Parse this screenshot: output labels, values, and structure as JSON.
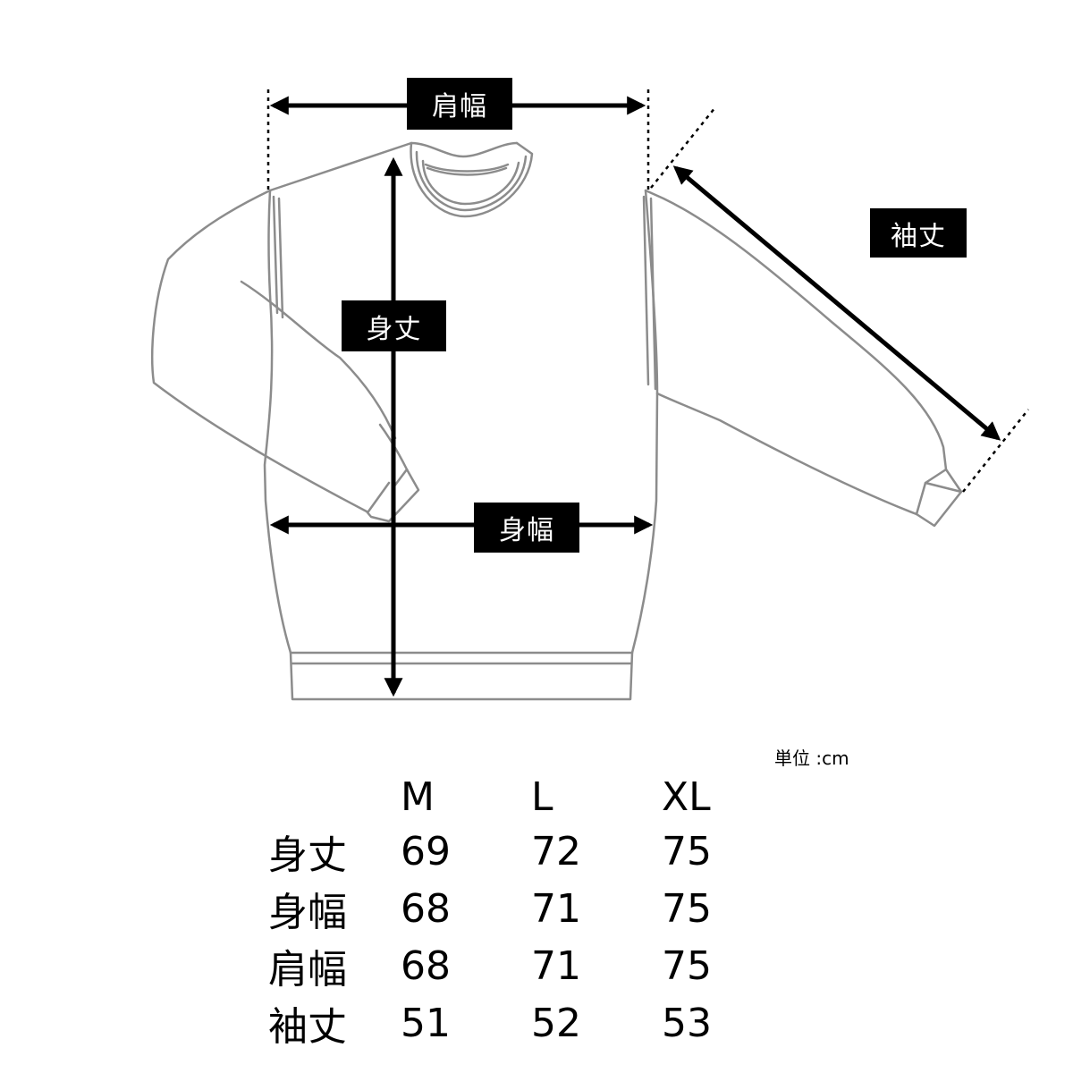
{
  "labels": {
    "shoulder_width": "肩幅",
    "sleeve_length": "袖丈",
    "body_length": "身丈",
    "body_width": "身幅"
  },
  "unit_label": "単位 :cm",
  "table": {
    "columns": [
      "M",
      "L",
      "XL"
    ],
    "rows": [
      {
        "label": "身丈",
        "values": [
          "69",
          "72",
          "75"
        ]
      },
      {
        "label": "身幅",
        "values": [
          "68",
          "71",
          "75"
        ]
      },
      {
        "label": "肩幅",
        "values": [
          "68",
          "71",
          "75"
        ]
      },
      {
        "label": "袖丈",
        "values": [
          "51",
          "52",
          "53"
        ]
      }
    ]
  },
  "colors": {
    "garment_outline": "#8c8c8c",
    "arrow": "#000000",
    "label_bg": "#000000",
    "label_text": "#ffffff"
  }
}
